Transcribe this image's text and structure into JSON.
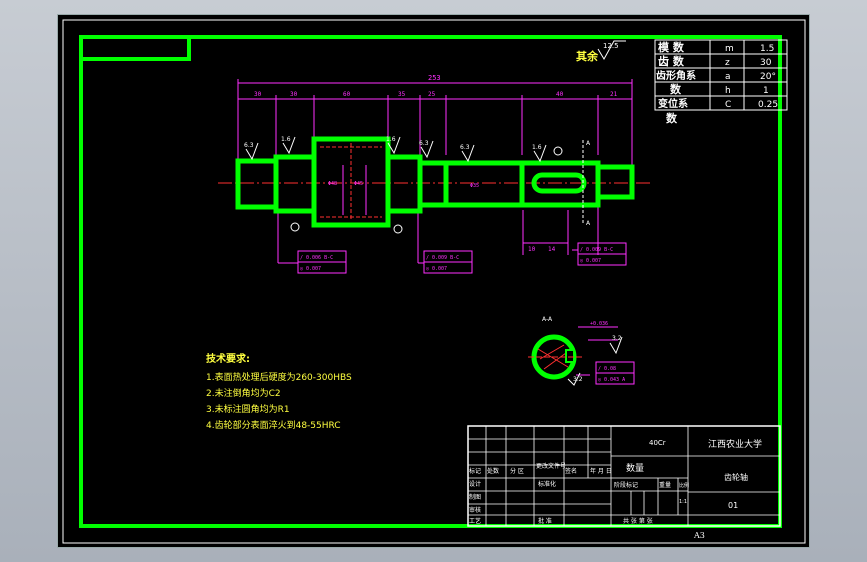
{
  "drawing": {
    "roughness_label": "其余",
    "roughness_rest": "12.5",
    "sheet_size": "A3",
    "section_label": "A-A",
    "datum_a": "A"
  },
  "gear_params": {
    "rows": [
      {
        "name": "模 数",
        "symbol": "m",
        "value": "1.5"
      },
      {
        "name": "齿 数",
        "symbol": "z",
        "value": "30"
      },
      {
        "name": "齿形角系",
        "symbol": "a",
        "value": "20°"
      },
      {
        "name": "数",
        "symbol": "h",
        "value": "1"
      },
      {
        "name": "变位系",
        "symbol": "C",
        "value": "0.25"
      }
    ],
    "trailing": "数"
  },
  "dimensions": {
    "overall": "253",
    "segments": [
      "30",
      "30",
      "60",
      "35",
      "25",
      "40",
      "21"
    ],
    "small_length": "10",
    "keyway_width": "14",
    "bearing_dia": "Φ35"
  },
  "roughness": [
    "6.3",
    "1.6",
    "1.6",
    "6.3",
    "6.3",
    "1.6",
    "3.2",
    "3.2"
  ],
  "tolerance_boxes": [
    {
      "rows": [
        "/ 0.006  B-C",
        "◎ 0.007"
      ]
    },
    {
      "rows": [
        "/ 0.009  B-C",
        "◎ 0.007"
      ]
    },
    {
      "rows": [
        "/ 0.009  B-C",
        "◎ 0.007"
      ]
    },
    {
      "rows": [
        "/ 0.08",
        "◎ 0.043 A"
      ]
    }
  ],
  "tech_requirements": {
    "title": "技术要求:",
    "items": [
      "1.表面热处理后硬度为260-300HBS",
      "2.未注倒角均为C2",
      "3.未标注圆角均为R1",
      "4.齿轮部分表面淬火到48-55HRC"
    ]
  },
  "title_block": {
    "material": "40Cr",
    "school": "江西农业大学",
    "quantity": "数量",
    "part_name": "齿轮轴",
    "drawing_no": "01",
    "scale": "1:1",
    "headers": {
      "mark": "标记",
      "count": "处数",
      "zone": "分 区",
      "doc_no": "更改文件号",
      "signature": "签名",
      "date": "年 月 日",
      "design": "设计",
      "standard": "标准化",
      "drawn": "制图",
      "review": "审核",
      "process": "工艺",
      "approve": "批 准",
      "stage": "阶段标记",
      "weight": "重量",
      "ratio": "比例",
      "sheets": "共   张   第   张"
    }
  },
  "colors": {
    "border": "#00ff00",
    "dimension": "#ff30ff",
    "text": "#ffffff",
    "centerline": "#ff3030",
    "background": "#000000"
  }
}
